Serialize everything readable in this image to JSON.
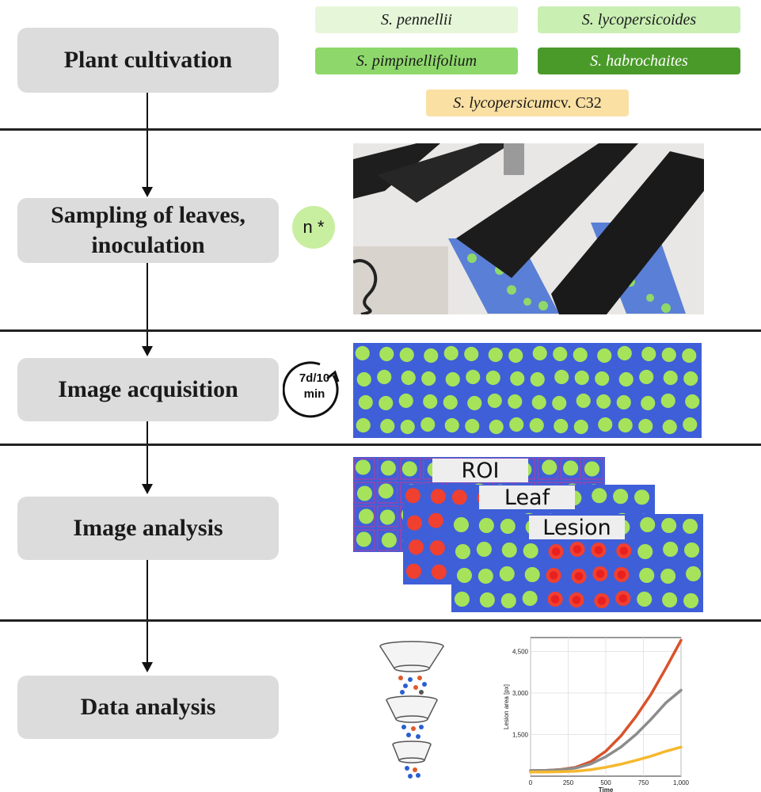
{
  "steps": [
    {
      "label": "Plant cultivation"
    },
    {
      "line1": "Sampling of leaves,",
      "line2": "inoculation"
    },
    {
      "label": "Image acquisition"
    },
    {
      "label": "Image analysis"
    },
    {
      "label": "Data analysis"
    }
  ],
  "species": [
    {
      "name": "S. pennellii",
      "color": "#e6f7d9"
    },
    {
      "name": "S. lycopersicoides",
      "color": "#c9efb3"
    },
    {
      "name": "S. pimpinellifolium",
      "color": "#8ed86b"
    },
    {
      "name": "S. habrochaites",
      "color": "#4a9a2a"
    },
    {
      "name_italic": "S. lycopersicum",
      "name_roman": " cv. C32",
      "color": "#fbe0a3"
    }
  ],
  "badges": {
    "n_label": "n *",
    "cycle_line1": "7d/10",
    "cycle_line2": "min"
  },
  "analysis_labels": [
    "ROI",
    "Leaf",
    "Lesion"
  ],
  "chart_data": {
    "type": "line",
    "title": "",
    "xlabel": "Time",
    "ylabel": "Lesion area [px]",
    "xlim": [
      0,
      1000
    ],
    "ylim": [
      0,
      5000
    ],
    "x_ticks": [
      "0",
      "250",
      "500",
      "750",
      "1,000"
    ],
    "y_ticks": [
      "1,500",
      "3,000",
      "4,500"
    ],
    "series": [
      {
        "color": "#d9532b",
        "x": [
          0,
          100,
          200,
          300,
          400,
          500,
          600,
          700,
          800,
          900,
          1000
        ],
        "y": [
          200,
          210,
          240,
          320,
          520,
          900,
          1450,
          2150,
          2950,
          3900,
          4900
        ]
      },
      {
        "color": "#8c8c8c",
        "x": [
          0,
          100,
          200,
          300,
          400,
          500,
          600,
          700,
          800,
          900,
          1000
        ],
        "y": [
          200,
          205,
          230,
          290,
          440,
          700,
          1050,
          1500,
          2050,
          2650,
          3100
        ]
      },
      {
        "color": "#f5b82e",
        "x": [
          0,
          100,
          200,
          300,
          400,
          500,
          600,
          700,
          800,
          900,
          1000
        ],
        "y": [
          150,
          150,
          160,
          180,
          230,
          320,
          430,
          570,
          720,
          900,
          1050
        ]
      }
    ]
  }
}
